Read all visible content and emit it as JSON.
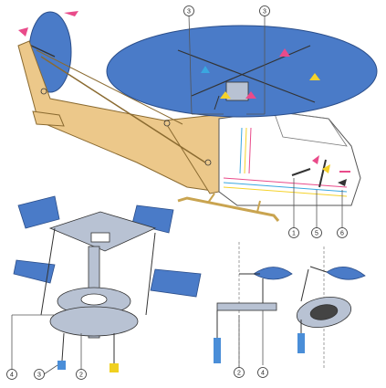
{
  "callouts": {
    "top_left": "3",
    "top_right": "3",
    "cockpit_1": "1",
    "cockpit_5": "5",
    "cockpit_6": "6",
    "hub_4": "4",
    "hub_3": "3",
    "hub_2": "2",
    "detail_2": "2",
    "detail_4": "4"
  },
  "colors": {
    "rotor_blue": "#4a7bc8",
    "fuselage": "#ecc88a",
    "frame_gray": "#b8c2d3",
    "pink_arrow": "#e94b8a",
    "yellow_arrow": "#f5d22a",
    "cyan_arrow": "#3aa7e0",
    "cyan_bar": "#4a8ed8",
    "yellow_block": "#f0d020",
    "outline": "#333333"
  }
}
